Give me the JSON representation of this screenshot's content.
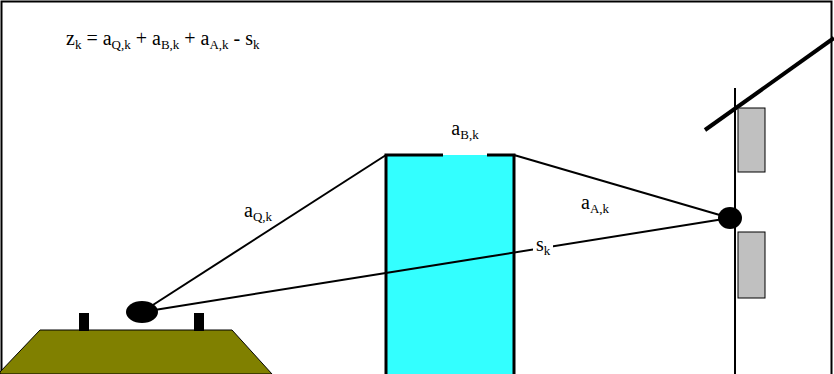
{
  "diagram": {
    "labels": [
      "zk = aQ,k + aB,k + aA,k - sk",
      "aB,k",
      "aQ,k",
      "aA,k",
      "sk"
    ]
  }
}
